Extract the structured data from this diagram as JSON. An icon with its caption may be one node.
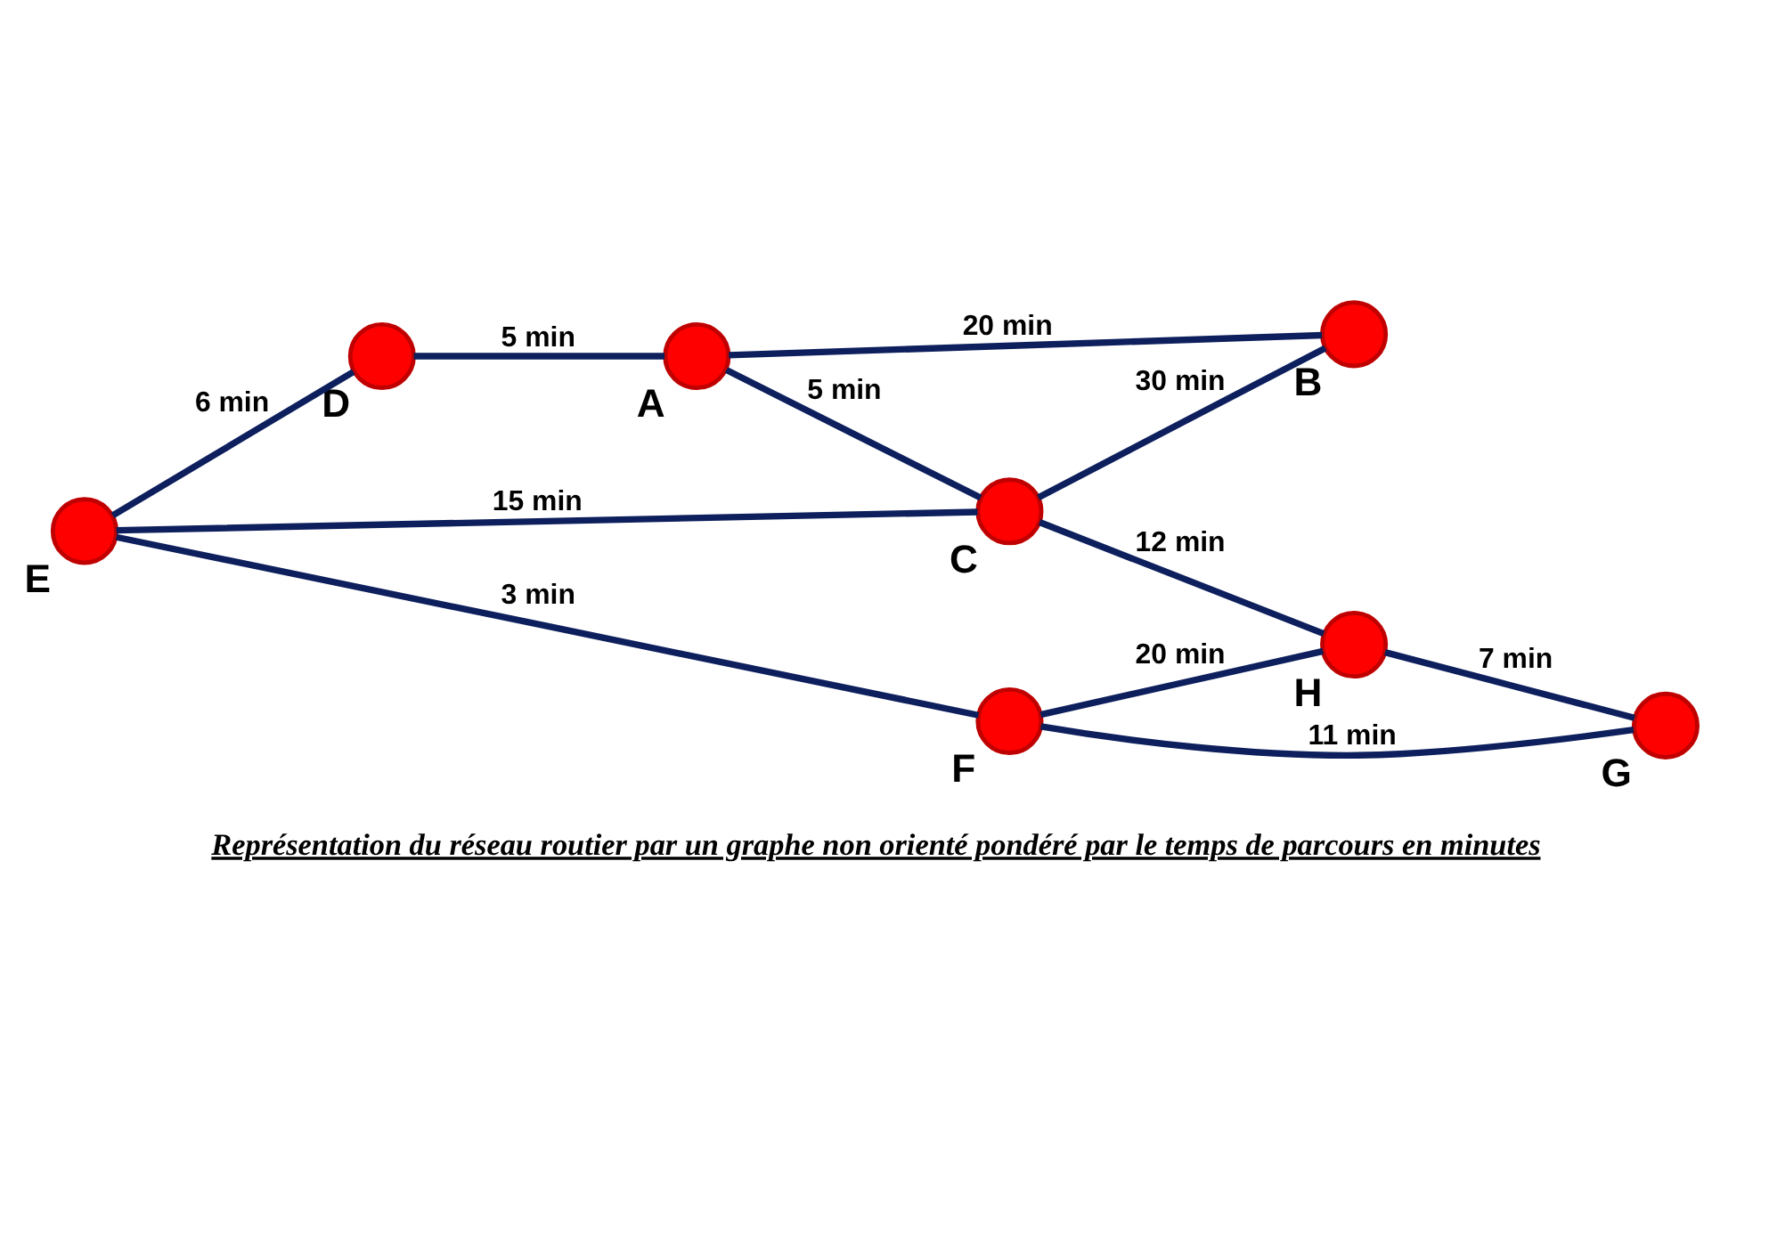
{
  "diagram": {
    "caption": "Représentation du réseau routier par un graphe non orienté pondéré par le temps de parcours en minutes",
    "nodes": [
      {
        "text": [
          "A"
        ]
      },
      {
        "text": [
          "B"
        ]
      },
      {
        "text": [
          "C"
        ]
      },
      {
        "text": [
          "D"
        ]
      },
      {
        "text": [
          "E"
        ]
      },
      {
        "text": [
          "F"
        ]
      },
      {
        "text": [
          "G"
        ]
      },
      {
        "text": [
          "H"
        ]
      }
    ],
    "edges": [
      {
        "from": 3,
        "to": 0,
        "arrow": "none",
        "label": "5 min"
      },
      {
        "from": 0,
        "to": 1,
        "arrow": "none",
        "label": "20 min"
      },
      {
        "from": 0,
        "to": 2,
        "arrow": "none",
        "label": "5 min"
      },
      {
        "from": 4,
        "to": 3,
        "arrow": "none",
        "label": "6 min"
      },
      {
        "from": 4,
        "to": 2,
        "arrow": "none",
        "label": "15 min"
      },
      {
        "from": 2,
        "to": 1,
        "arrow": "none",
        "label": "30 min"
      },
      {
        "from": 2,
        "to": 7,
        "arrow": "none",
        "label": "12 min"
      },
      {
        "from": 4,
        "to": 5,
        "arrow": "none",
        "label": "3 min"
      },
      {
        "from": 5,
        "to": 7,
        "arrow": "none",
        "label": "20 min"
      },
      {
        "from": 5,
        "to": 6,
        "arrow": "none",
        "label": "11 min"
      },
      {
        "from": 7,
        "to": 6,
        "arrow": "none",
        "label": "7 min"
      }
    ]
  }
}
